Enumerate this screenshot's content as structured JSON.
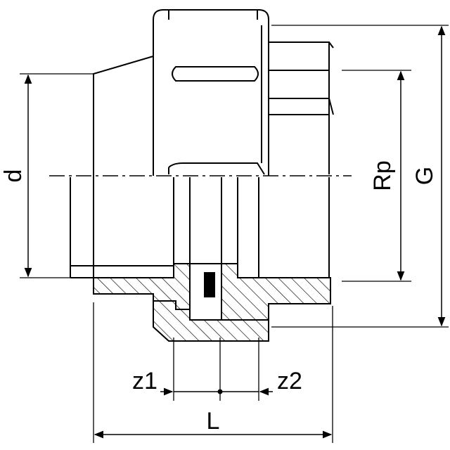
{
  "labels": {
    "d": "d",
    "rp": "Rp",
    "g": "G",
    "z1": "z1",
    "z2": "z2",
    "l": "L"
  },
  "colors": {
    "line": "#000000",
    "background": "#ffffff",
    "seal": "#000000"
  }
}
